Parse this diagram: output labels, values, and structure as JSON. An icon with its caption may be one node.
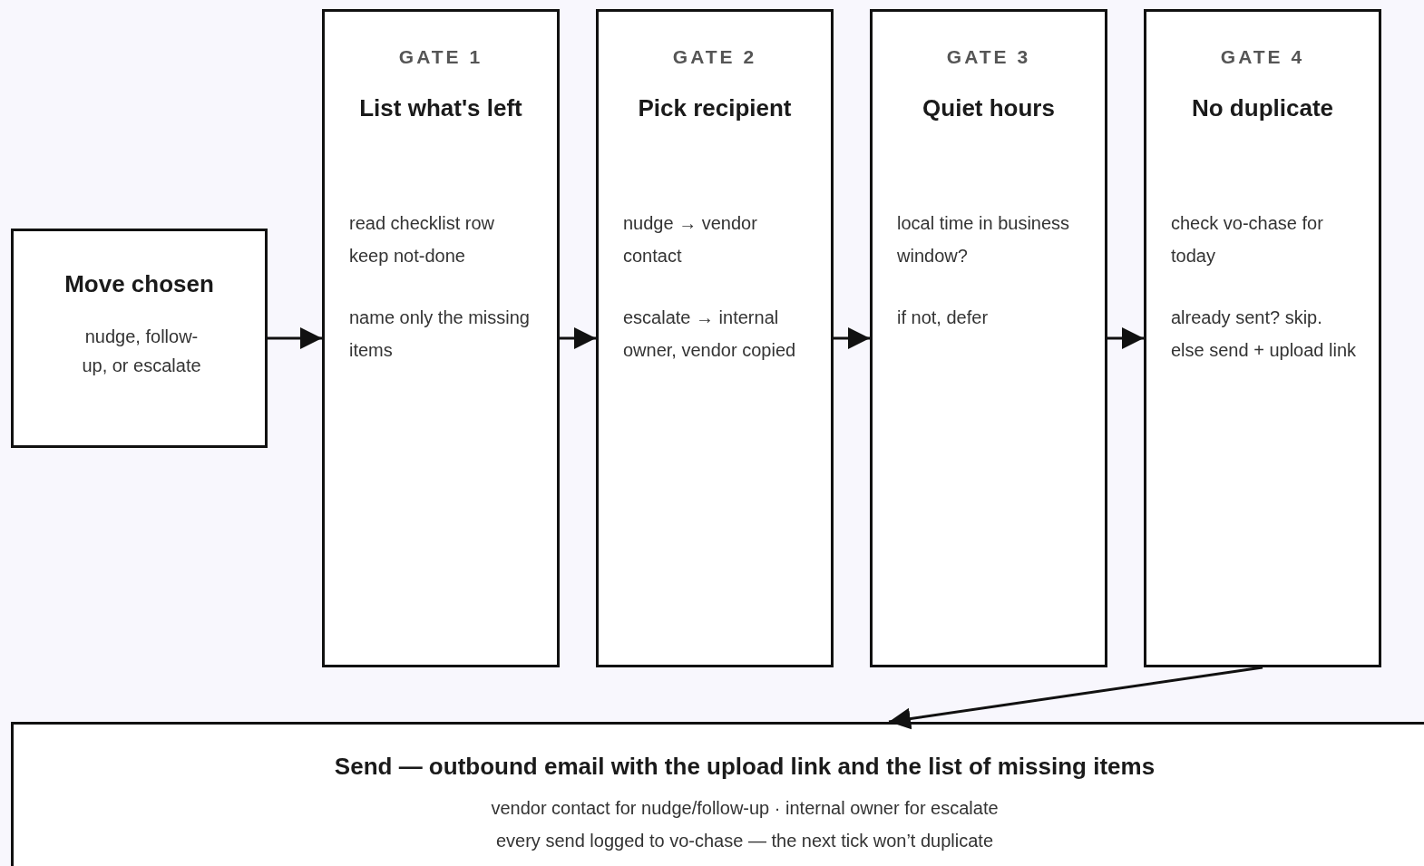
{
  "diagram": {
    "nodes": [
      {
        "text": [
          "Move chosen",
          "nudge, follow-up, or escalate"
        ]
      },
      {
        "text": [
          "GATE 1",
          "List what's left",
          "read checklist row",
          "keep not-done",
          "name only the missing items"
        ]
      },
      {
        "text": [
          "GATE 2",
          "Pick recipient",
          "nudge → vendor contact",
          "escalate → internal owner, vendor copied"
        ]
      },
      {
        "text": [
          "GATE 3",
          "Quiet hours",
          "local time in business window?",
          "if not, defer"
        ]
      },
      {
        "text": [
          "GATE 4",
          "No duplicate",
          "check vo-chase for today",
          "already sent? skip. else send + upload link"
        ]
      },
      {
        "text": [
          "Send — outbound email with the upload link and the list of missing items",
          "vendor contact for nudge/follow-up · internal owner for escalate",
          "every send logged to vo-chase — the next tick won’t duplicate"
        ]
      }
    ],
    "edges": [
      {
        "from": 0,
        "to": 1,
        "arrow": "to"
      },
      {
        "from": 1,
        "to": 2,
        "arrow": "to"
      },
      {
        "from": 2,
        "to": 3,
        "arrow": "to"
      },
      {
        "from": 3,
        "to": 4,
        "arrow": "to"
      },
      {
        "from": 4,
        "to": 5,
        "arrow": "to"
      }
    ]
  }
}
